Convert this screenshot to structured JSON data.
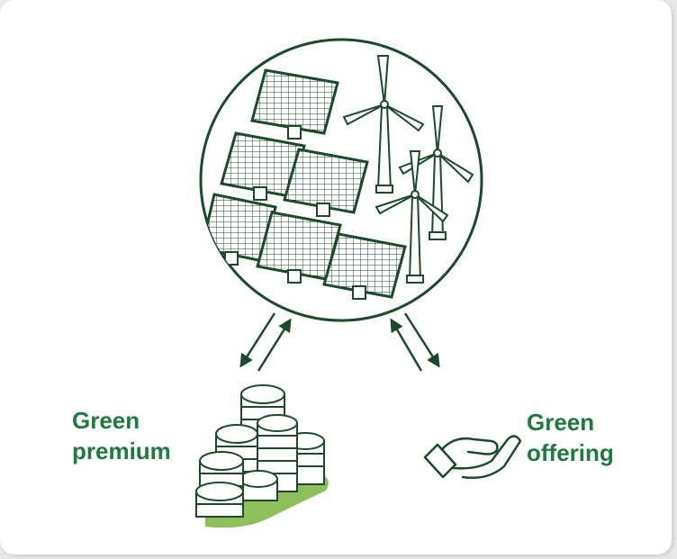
{
  "labels": {
    "green_premium": [
      "Green",
      "premium"
    ],
    "green_offering": [
      "Green",
      "offering"
    ]
  },
  "icons": {
    "center": "solar-and-wind-farm-icon",
    "left": "coin-stacks-icon",
    "right": "offering-hand-icon"
  },
  "colors": {
    "ink": "#1c4a2a",
    "label_green": "#1f7a3f",
    "accent_green": "#8fbf5a",
    "background": "#ffffff"
  }
}
